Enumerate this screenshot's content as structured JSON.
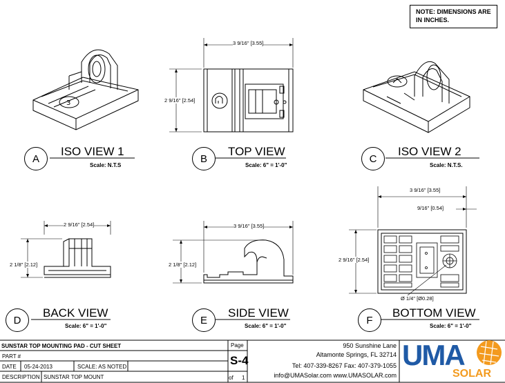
{
  "note": {
    "line1": "NOTE:  DIMENSIONS ARE",
    "line2": "IN INCHES."
  },
  "views": [
    {
      "letter": "A",
      "title": "ISO VIEW 1",
      "scale": "Scale: N.T.S"
    },
    {
      "letter": "B",
      "title": "TOP VIEW",
      "scale": "Scale: 6\" = 1'-0\""
    },
    {
      "letter": "C",
      "title": "ISO VIEW 2",
      "scale": "Scale: N.T.S."
    },
    {
      "letter": "D",
      "title": "BACK VIEW",
      "scale": "Scale: 6\" = 1'-0\""
    },
    {
      "letter": "E",
      "title": "SIDE VIEW",
      "scale": "Scale: 6\" = 1'-0\""
    },
    {
      "letter": "F",
      "title": "BOTTOM VIEW",
      "scale": "Scale: 6\" = 1'-0\""
    }
  ],
  "dims": {
    "top_w": "3 9/16\" [3.55]",
    "top_h": "2 9/16\" [2.54]",
    "back_w": "2 9/16\" [2.54]",
    "back_h": "2 1/8\" [2.12]",
    "side_w": "3 9/16\" [3.55]",
    "side_h": "2 1/8\" [2.12]",
    "bottom_w": "3 9/16\" [3.55]",
    "bottom_off": "9/16\" [0.54]",
    "bottom_h": "2 9/16\" [2.54]",
    "bottom_dia": "Ø 1/4\" [Ø0.28]"
  },
  "title_block": {
    "sheet_title": "SUNSTAR TOP MOUNTING PAD - CUT SHEET",
    "part_label": "PART #",
    "part_value": "",
    "date_label": "DATE",
    "date_value": "05-24-2013",
    "scale_label": "SCALE: AS NOTED",
    "desc_label": "DESCRIPTION",
    "desc_value": "SUNSTAR TOP MOUNT",
    "page_label": "Page",
    "page_number": "S-4",
    "of_label": "of",
    "of_value": "1",
    "address1": "950 Sunshine Lane",
    "address2": "Altamonte Springs, FL 32714",
    "phone": "Tel: 407-339-8267 Fax: 407-379-1055",
    "contact": "info@UMASolar.com   www.UMASOLAR.com",
    "logo_text1": "UMA",
    "logo_text2": "SOLAR"
  },
  "colors": {
    "logo_blue": "#1f5aa6",
    "logo_orange": "#f39a1e",
    "line": "#000000"
  }
}
